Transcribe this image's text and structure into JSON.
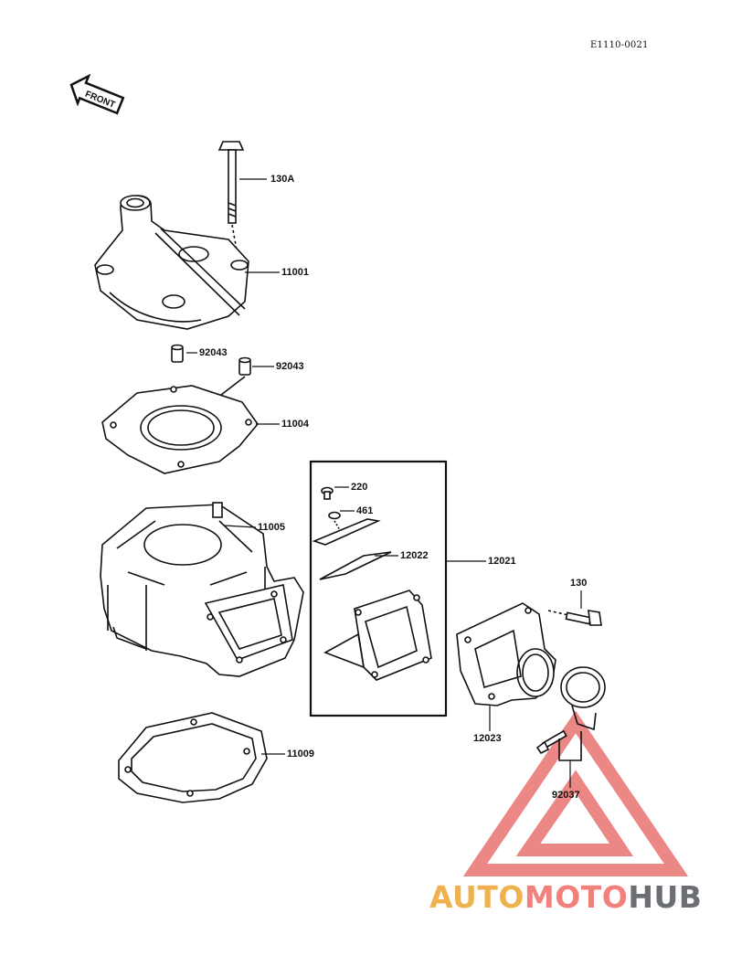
{
  "diagram_ref": "E1110-0021",
  "direction_arrow": "FRONT",
  "parts": [
    {
      "id": "bolt_top",
      "number": "130A"
    },
    {
      "id": "head",
      "number": "11001"
    },
    {
      "id": "dowel_left",
      "number": "92043"
    },
    {
      "id": "dowel_right",
      "number": "92043"
    },
    {
      "id": "head_gasket",
      "number": "11004"
    },
    {
      "id": "cylinder",
      "number": "11005"
    },
    {
      "id": "screw",
      "number": "220"
    },
    {
      "id": "washer",
      "number": "461"
    },
    {
      "id": "reed",
      "number": "12022"
    },
    {
      "id": "reed_valve_assy",
      "number": "12021"
    },
    {
      "id": "bolt_manifold",
      "number": "130"
    },
    {
      "id": "base_gasket",
      "number": "11009"
    },
    {
      "id": "manifold",
      "number": "12023"
    },
    {
      "id": "clamp",
      "number": "92037"
    }
  ],
  "watermark": {
    "part1": "AUTO",
    "part2": "MOTO",
    "part3": "HUB"
  }
}
